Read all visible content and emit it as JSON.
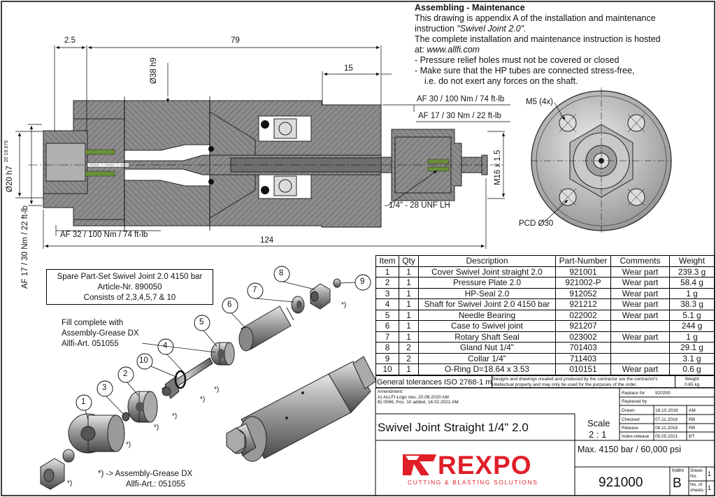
{
  "notes": {
    "heading": "Assembling - Maintenance",
    "line1": "This drawing is appendix A of the installation and maintenance",
    "line2_prefix": "instruction ",
    "line2_italic": "\"Swivel Joint 2.0\".",
    "line3": "The complete installation and maintenance instruction is hosted",
    "line4_prefix": "at: ",
    "line4_italic": "www.allfi.com",
    "bullet1": "- Pressure relief holes must not be covered or closed",
    "bullet2": "- Make sure that the HP tubes are connected stress-free,",
    "bullet2b": "i.e. do not exert any forces on the shaft."
  },
  "dimensions": {
    "d_2_5": "2.5",
    "d_79": "79",
    "d_15": "15",
    "d_38": "Ø38 h9",
    "d_20": "Ø20 h7",
    "d_20_tol_top": "20",
    "d_20_tol_bot": "19.979",
    "af17_left": "AF 17 / 30 Nm / 22 ft-lb",
    "af30": "AF 30 / 100 Nm / 74 ft-lb",
    "af17_right": "AF 17 / 30 Nm / 22 ft-lb",
    "m16": "M16 x 1.5",
    "unf": "1/4\" - 28 UNF LH",
    "af32": "AF 32 / 100 Nm / 74 ft-lb",
    "d_124": "124",
    "m5": "M5 (4x)",
    "pcd": "PCD Ø30"
  },
  "spare_set": {
    "line1": "Spare Part-Set Swivel Joint 2.0 4150 bar",
    "line2": "Article-Nr. 890050",
    "line3": "Consists of 2,3,4,5,7 & 10"
  },
  "grease_note": {
    "line1": "Fill complete with",
    "line2": "Assembly-Grease DX",
    "line3": "Allfi-Art. 051055"
  },
  "grease_legend": {
    "line1": "*)  ->   Assembly-Grease DX",
    "line2": "Allfi-Art.: 051055"
  },
  "balloons": [
    "1",
    "2",
    "3",
    "4",
    "5",
    "6",
    "7",
    "8",
    "9",
    "10"
  ],
  "asterisk": "*)",
  "bom": {
    "headers": [
      "Item",
      "Qty",
      "Description",
      "Part-Number",
      "Comments",
      "Weight"
    ],
    "rows": [
      [
        "1",
        "1",
        "Cover Swivel Joint straight 2.0",
        "921001",
        "Wear part",
        "239.3 g"
      ],
      [
        "2",
        "1",
        "Pressure Plate 2.0",
        "921002-P",
        "Wear part",
        "58.4 g"
      ],
      [
        "3",
        "1",
        "HP-Seal 2.0",
        "912052",
        "Wear part",
        "1 g"
      ],
      [
        "4",
        "1",
        "Shaft for Swivel Joint 2.0 4150 bar",
        "921212",
        "Wear part",
        "38.3 g"
      ],
      [
        "5",
        "1",
        "Needle Bearing",
        "022002",
        "Wear part",
        "5.1 g"
      ],
      [
        "6",
        "1",
        "Case to Swivel joint",
        "921207",
        "",
        "244 g"
      ],
      [
        "7",
        "1",
        "Rotary Shaft Seal",
        "023002",
        "Wear part",
        "1 g"
      ],
      [
        "8",
        "2",
        "Gland Nut 1/4\"",
        "701403",
        "",
        "29.1 g"
      ],
      [
        "9",
        "2",
        "Collar 1/4\"",
        "711403",
        "",
        "3.1 g"
      ],
      [
        "10",
        "1",
        "O-Ring D=18.64 x 3.53",
        "010151",
        "Wear part",
        "0.6 g"
      ]
    ]
  },
  "title_block": {
    "tolerances": "General tolerances ISO 2768-1 m",
    "copyright1": "Designs and drawings created and produced by the contractor are the contractor's",
    "copyright2": "intellectual property and may only be used for the purposes of the order.",
    "weight_label": "Weight",
    "weight_value": "0.65 kg",
    "amendment_label": "Amendment:",
    "amend_a": "A) ALLFI-Logo neu, 20.08.2020 AM",
    "amend_b": "B) 0066, Pos. 10 added, 16.02.2021 AM",
    "replace_for_label": "Replace for",
    "replace_for_value": "920200",
    "replaced_by_label": "Replaced by",
    "drawn_label": "Drawn",
    "drawn_date": "18.10.2018",
    "drawn_by": "AM",
    "checked_label": "Checked",
    "checked_date": "07.11.2018",
    "checked_by": "RB",
    "release_label": "Release",
    "release_date": "08.11.2018",
    "release_by": "RB",
    "index_release_label": "Index-release",
    "index_release_date": "05.05.2021",
    "index_release_by": "BT",
    "title": "Swivel Joint Straight 1/4\" 2.0",
    "scale_label": "Scale",
    "scale_value": "2 : 1",
    "pressure": "Max. 4150 bar / 60,000 psi",
    "drawing_number": "921000",
    "index_label": "Index",
    "index_value": "B",
    "sheet_label1": "Sheet-",
    "sheet_label2": "No.",
    "sheet_value": "1",
    "sheets_label1": "No. of",
    "sheets_label2": "sheets",
    "sheets_value": "1"
  },
  "logo": {
    "name": "REXPO",
    "tagline": "CUTTING & BLASTING SOLUTIONS",
    "color": "#e01e27"
  },
  "colors": {
    "section_fill": "#8c8c8c",
    "section_dark": "#5a5a5a",
    "hatch": "#3a3a3a",
    "seal_green": "#6a8f3a",
    "part_fill": "#bdbdbd"
  }
}
